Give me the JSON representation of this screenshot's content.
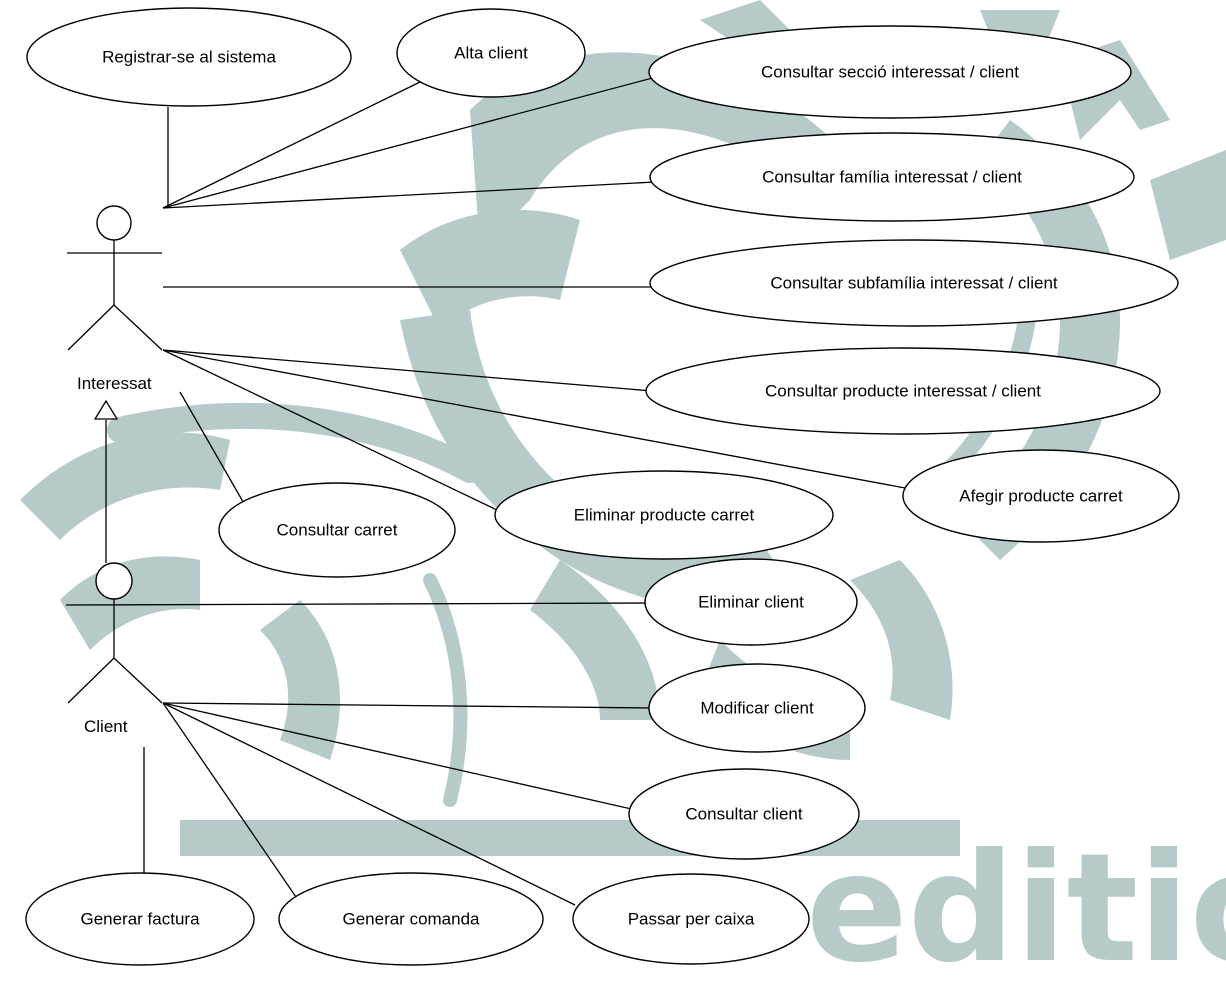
{
  "watermark": {
    "text": "edition"
  },
  "actors": {
    "interessat": {
      "label": "Interessat"
    },
    "client": {
      "label": "Client"
    }
  },
  "use_cases": {
    "registrar": "Registrar-se al sistema",
    "alta_client": "Alta client",
    "consultar_seccio": "Consultar secció interessat / client",
    "consultar_familia": "Consultar família interessat / client",
    "consultar_subfamilia": "Consultar subfamília interessat / client",
    "consultar_producte": "Consultar producte interessat / client",
    "afegir_producte": "Afegir producte carret",
    "eliminar_producte": "Eliminar producte carret",
    "consultar_carret": "Consultar carret",
    "eliminar_client": "Eliminar client",
    "modificar_client": "Modificar client",
    "consultar_client": "Consultar client",
    "generar_factura": "Generar factura",
    "generar_comanda": "Generar comanda",
    "passar_per_caixa": "Passar per caixa"
  },
  "colors": {
    "watermark": "#b5cac9",
    "line": "#000000",
    "background": "#ffffff"
  }
}
